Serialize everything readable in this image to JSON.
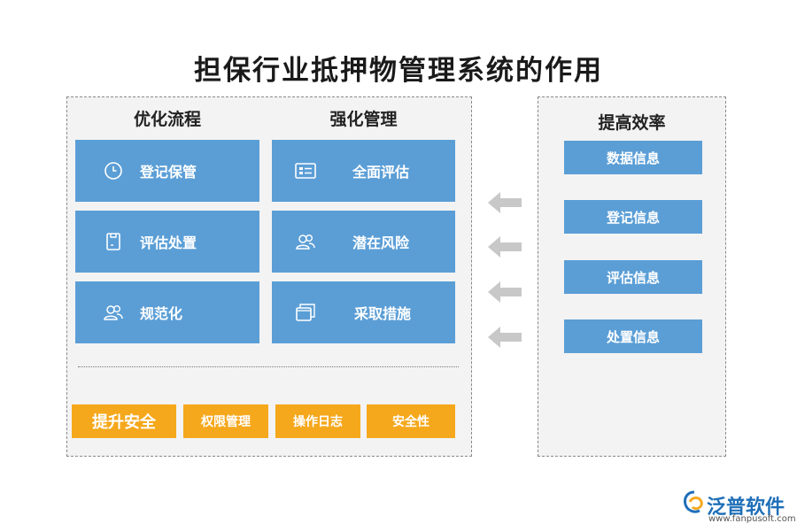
{
  "title": "担保行业抵押物管理系统的作用",
  "left_panel": {
    "col1_heading": "优化流程",
    "col2_heading": "强化管理",
    "col1_cards": [
      {
        "label": "登记保管",
        "icon": "clock-icon"
      },
      {
        "label": "评估处置",
        "icon": "document-icon"
      },
      {
        "label": "规范化",
        "icon": "users-icon"
      }
    ],
    "col2_cards": [
      {
        "label": "全面评估",
        "icon": "list-card-icon"
      },
      {
        "label": "潜在风险",
        "icon": "people-icon"
      },
      {
        "label": "采取措施",
        "icon": "stacked-windows-icon"
      }
    ],
    "bottom_bar": {
      "main": "提升安全",
      "items": [
        "权限管理",
        "操作日志",
        "安全性"
      ]
    }
  },
  "right_panel": {
    "heading": "提高效率",
    "items": [
      "数据信息",
      "登记信息",
      "评估信息",
      "处置信息"
    ]
  },
  "logo": {
    "brand": "泛普软件",
    "url": "www.fanpusoft.com"
  },
  "colors": {
    "card_blue": "#5b9ed6",
    "accent_orange": "#f5a81c",
    "panel_bg": "#f3f3f3",
    "arrow_gray": "#c8c8c8",
    "brand_blue": "#1f6fb8"
  }
}
